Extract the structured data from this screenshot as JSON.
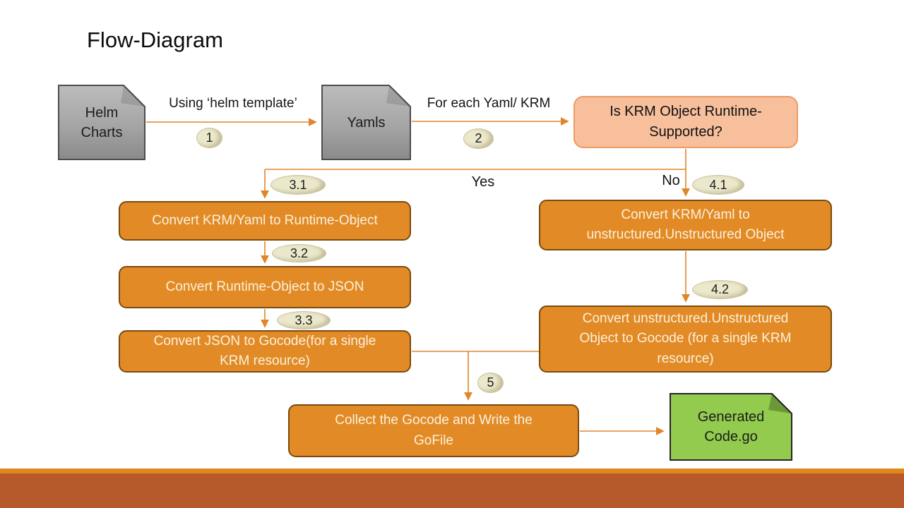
{
  "slide": {
    "title": "Flow-Diagram"
  },
  "nodes": {
    "helm": {
      "label": "Helm Charts"
    },
    "yamls": {
      "label": "Yamls"
    },
    "decision": {
      "label": "Is KRM Object Runtime-Supported?"
    },
    "to_runtime": {
      "label": "Convert KRM/Yaml to Runtime-Object"
    },
    "to_json": {
      "label": "Convert Runtime-Object to JSON"
    },
    "json_to_go": {
      "label": "Convert JSON to Gocode(for a single KRM resource)"
    },
    "to_unstruct": {
      "label": "Convert KRM/Yaml to unstructured.Unstructured Object"
    },
    "unstruct_to_go": {
      "label": "Convert unstructured.Unstructured Object to Gocode (for a single KRM resource)"
    },
    "collect": {
      "label": "Collect the Gocode and Write the GoFile"
    },
    "generated": {
      "label": "Generated Code.go"
    }
  },
  "edge_labels": {
    "helm_to_yamls": "Using ‘helm template’",
    "yamls_to_decision": "For each Yaml/ KRM",
    "yes": "Yes",
    "no": "No"
  },
  "steps": {
    "s1": "1",
    "s2": "2",
    "s31": "3.1",
    "s32": "3.2",
    "s33": "3.3",
    "s41": "4.1",
    "s42": "4.2",
    "s5": "5"
  },
  "colors": {
    "connector": "#E0862A",
    "process_fill": "#E28B26",
    "process_border": "#7A4A10",
    "decision_fill": "#F7BF9C",
    "decision_border": "#EC9B63",
    "step_oval_fill": "#ECE8CC",
    "gray_node": "#A3A3A3",
    "green_node": "#92CB4E",
    "bottom_strip": "#E2871C",
    "bottom_bar": "#B65A2B"
  }
}
